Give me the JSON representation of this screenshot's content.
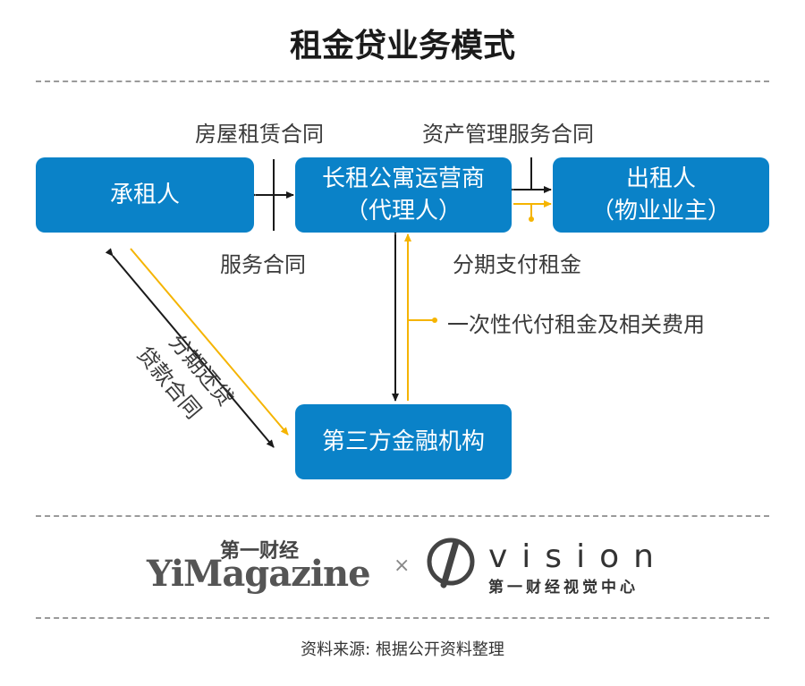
{
  "title": "租金贷业务模式",
  "nodes": {
    "tenant": "承租人",
    "operator_line1": "长租公寓运营商",
    "operator_line2": "（代理人）",
    "landlord_line1": "出租人",
    "landlord_line2": "（物业业主）",
    "finance": "第三方金融机构"
  },
  "edge_labels": {
    "lease_contract": "房屋租赁合同",
    "asset_mgmt_contract": "资产管理服务合同",
    "service_contract": "服务合同",
    "installment_rent": "分期支付租金",
    "one_time_payment": "一次性代付租金及相关费用",
    "installment_repay": "分期还贷",
    "loan_contract": "贷款合同"
  },
  "footer": {
    "yicai_cn": "第一财经",
    "yicai_en": "YiMagazine",
    "times": "×",
    "vision": "vision",
    "vision_sub": "第一财经视觉中心"
  },
  "source": "资料来源: 根据公开资料整理",
  "colors": {
    "box": "#0a82c8",
    "arrow_black": "#1a1a1a",
    "arrow_yellow": "#f5b400"
  }
}
